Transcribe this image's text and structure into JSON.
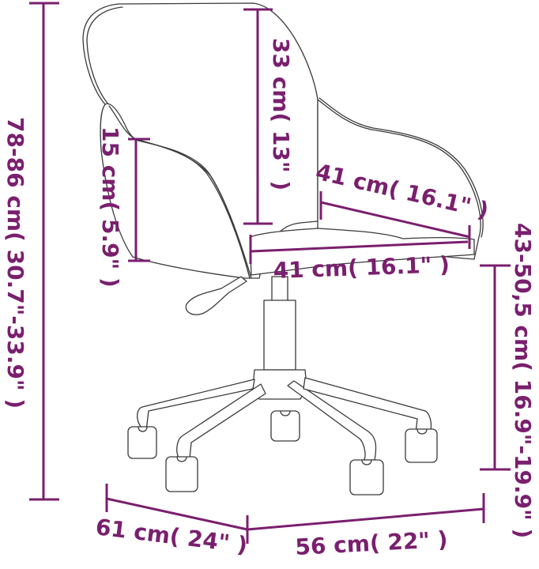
{
  "diagram": {
    "subject": "Swivel office chair with armrests and 5-star caster base",
    "annotation_color": "#7a1f6e",
    "line_color": "#3a3a3a",
    "dimensions": {
      "total_height": "78-86 cm( 30.7\"-33.9\" )",
      "backrest_height": "33 cm( 13\" )",
      "armrest_height": "15 cm( 5.9\" )",
      "seat_depth": "41 cm( 16.1\" )",
      "seat_width": "41 cm( 16.1\" )",
      "seat_height": "43-50,5 cm( 16.9\"-19.9\" )",
      "base_depth": "61 cm( 24\" )",
      "base_width": "56 cm( 22\" )"
    }
  }
}
